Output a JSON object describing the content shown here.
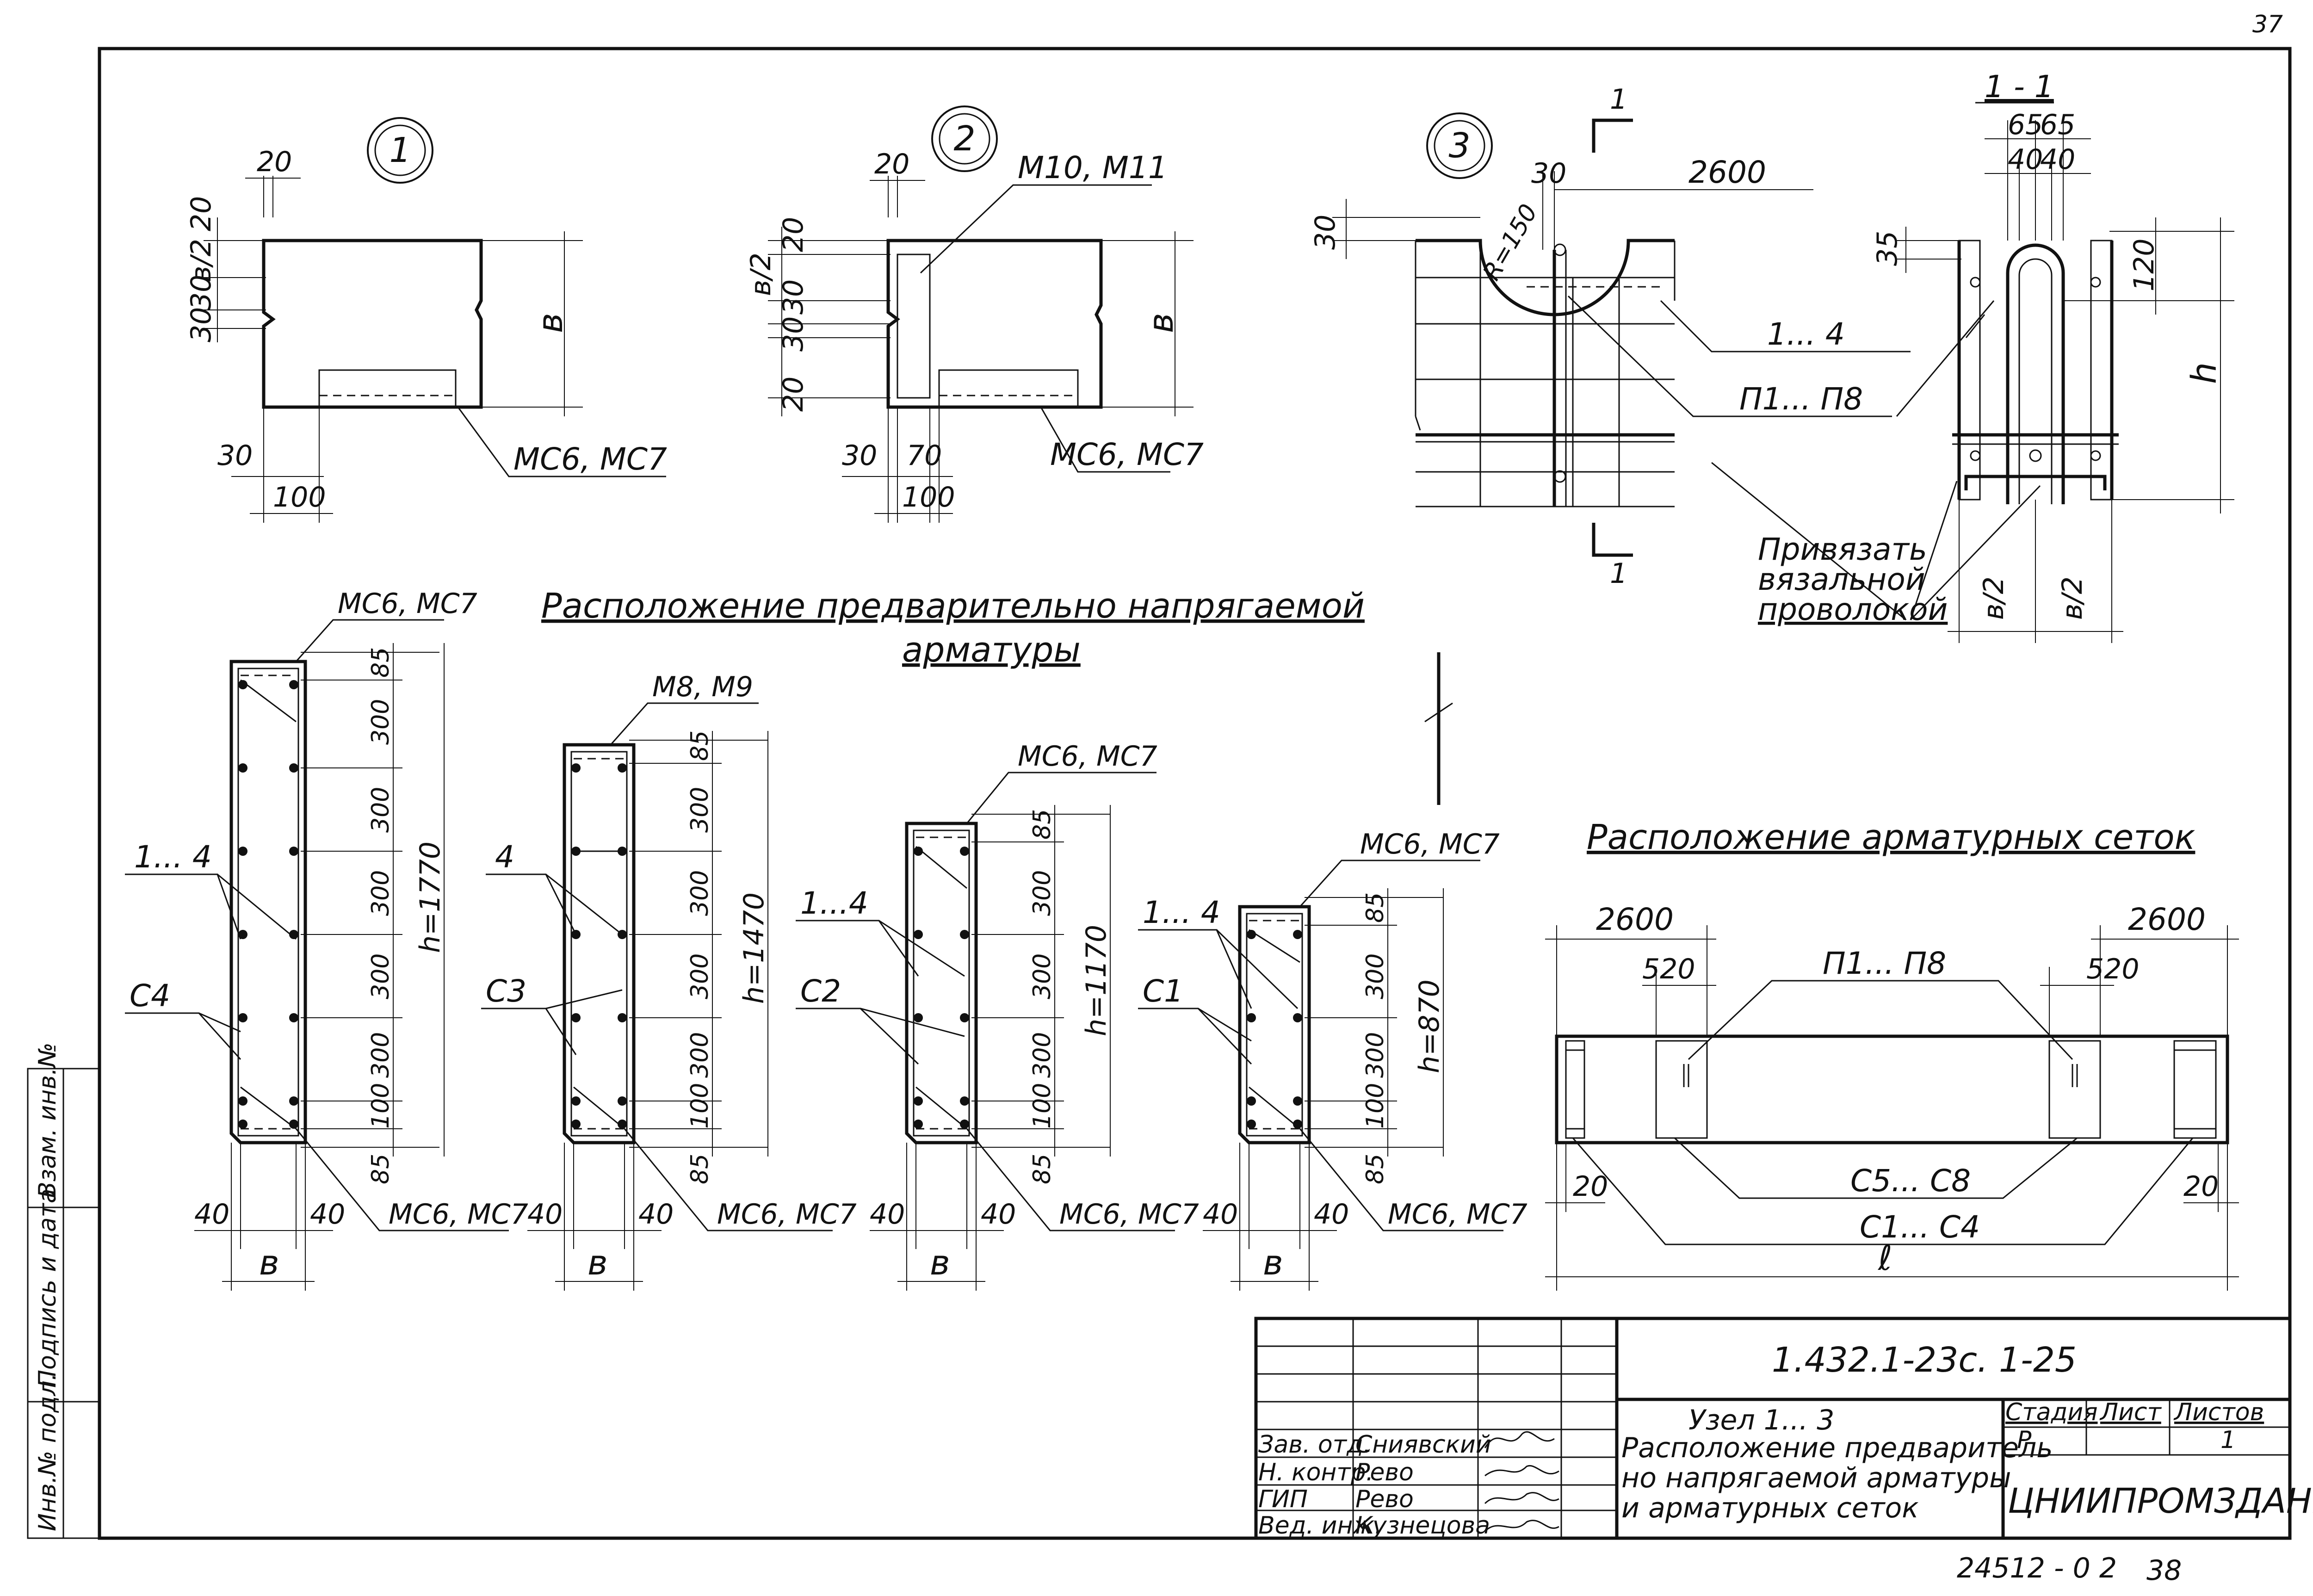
{
  "page_number": "37",
  "bottom": {
    "code": "24512 - 0 2",
    "sheet": "38"
  },
  "node1": {
    "num": "1",
    "d20a": "20",
    "d20b": "20",
    "d30a": "30",
    "d30b": "30",
    "b2": "в/2",
    "b": "в",
    "d30c": "30",
    "d100": "100",
    "mesh": "МС6, МС7"
  },
  "node2": {
    "num": "2",
    "d20a": "20",
    "d20b": "20",
    "d30a": "30",
    "d30b": "30",
    "d20c": "20",
    "b2": "в/2",
    "b": "в",
    "d30c": "30",
    "d70": "70",
    "d100": "100",
    "mesh_top": "М10, М11",
    "mesh": "МС6, МС7"
  },
  "node3": {
    "num": "3",
    "d30a": "30",
    "d30b": "30",
    "d2600": "2600",
    "r150": "R=150",
    "l14": "1... 4",
    "p18": "П1... П8",
    "cut1": "1",
    "cut2": "1"
  },
  "section": {
    "title": "1 - 1",
    "d65a": "65",
    "d65b": "65",
    "d40a": "40",
    "d40b": "40",
    "d35": "35",
    "d120": "120",
    "h": "h",
    "b2a": "в/2",
    "b2b": "в/2",
    "tie": [
      "Привязать",
      "вязальной",
      "проволокой"
    ]
  },
  "title_prestress": [
    "Расположение     предварительно     напрягаемой",
    "арматуры"
  ],
  "title_mesh": "Расположение  арматурных  сеток",
  "sections": [
    {
      "label_h": "h=1770",
      "c": "С4",
      "bars": "1... 4",
      "top": "МС6, МС7",
      "bot": "МС6, МС7",
      "d85t": "85",
      "d85b": "85",
      "steps": [
        "300",
        "300",
        "300",
        "300",
        "300",
        "100"
      ],
      "d40a": "40",
      "d40b": "40",
      "b": "в"
    },
    {
      "label_h": "h=1470",
      "c": "С3",
      "bars": "4",
      "top": "М8, М9",
      "bot": "МС6, МС7",
      "d85t": "85",
      "d85b": "85",
      "steps": [
        "300",
        "300",
        "300",
        "300",
        "100"
      ],
      "d40a": "40",
      "d40b": "40",
      "b": "в"
    },
    {
      "label_h": "h=1170",
      "c": "С2",
      "bars": "1...4",
      "top": "МС6, МС7",
      "bot": "МС6, МС7",
      "d85t": "85",
      "d85b": "85",
      "steps": [
        "300",
        "300",
        "300",
        "100"
      ],
      "d40a": "40",
      "d40b": "40",
      "b": "в"
    },
    {
      "label_h": "h=870",
      "c": "С1",
      "bars": "1... 4",
      "top": "МС6, МС7",
      "bot": "МС6, МС7",
      "d85t": "85",
      "d85b": "85",
      "steps": [
        "300",
        "300",
        "100"
      ],
      "d40a": "40",
      "d40b": "40",
      "b": "в"
    }
  ],
  "mesh_plan": {
    "d2600a": "2600",
    "d2600b": "2600",
    "d520a": "520",
    "d520b": "520",
    "p18": "П1... П8",
    "c58": "С5... С8",
    "c14": "С1... С4",
    "d20a": "20",
    "d20b": "20",
    "l": "ℓ"
  },
  "stamp": {
    "doc_code": "1.432.1-23с. 1-25",
    "title_lines": [
      "Узел  1...  3",
      "Расположение предваритель",
      "но напрягаемой арматуры",
      "и арматурных сеток"
    ],
    "stage_hdr": "Стадия",
    "sheet_hdr": "Лист",
    "sheets_hdr": "Листов",
    "stage": "Р",
    "sheet": "",
    "sheets": "1",
    "org": "ЦНИИПРОМЗДАНИЙ",
    "roles": [
      {
        "role": "Зав. отд.",
        "name": "Сниявский"
      },
      {
        "role": "Н. контр.",
        "name": "Рево"
      },
      {
        "role": "ГИП",
        "name": "Рево"
      },
      {
        "role": "Вед. инж.",
        "name": "Кузнецова"
      }
    ]
  },
  "side_stamp": [
    "Инв.№ подл.",
    "Подпись и дата",
    "Взам. инв.№"
  ]
}
